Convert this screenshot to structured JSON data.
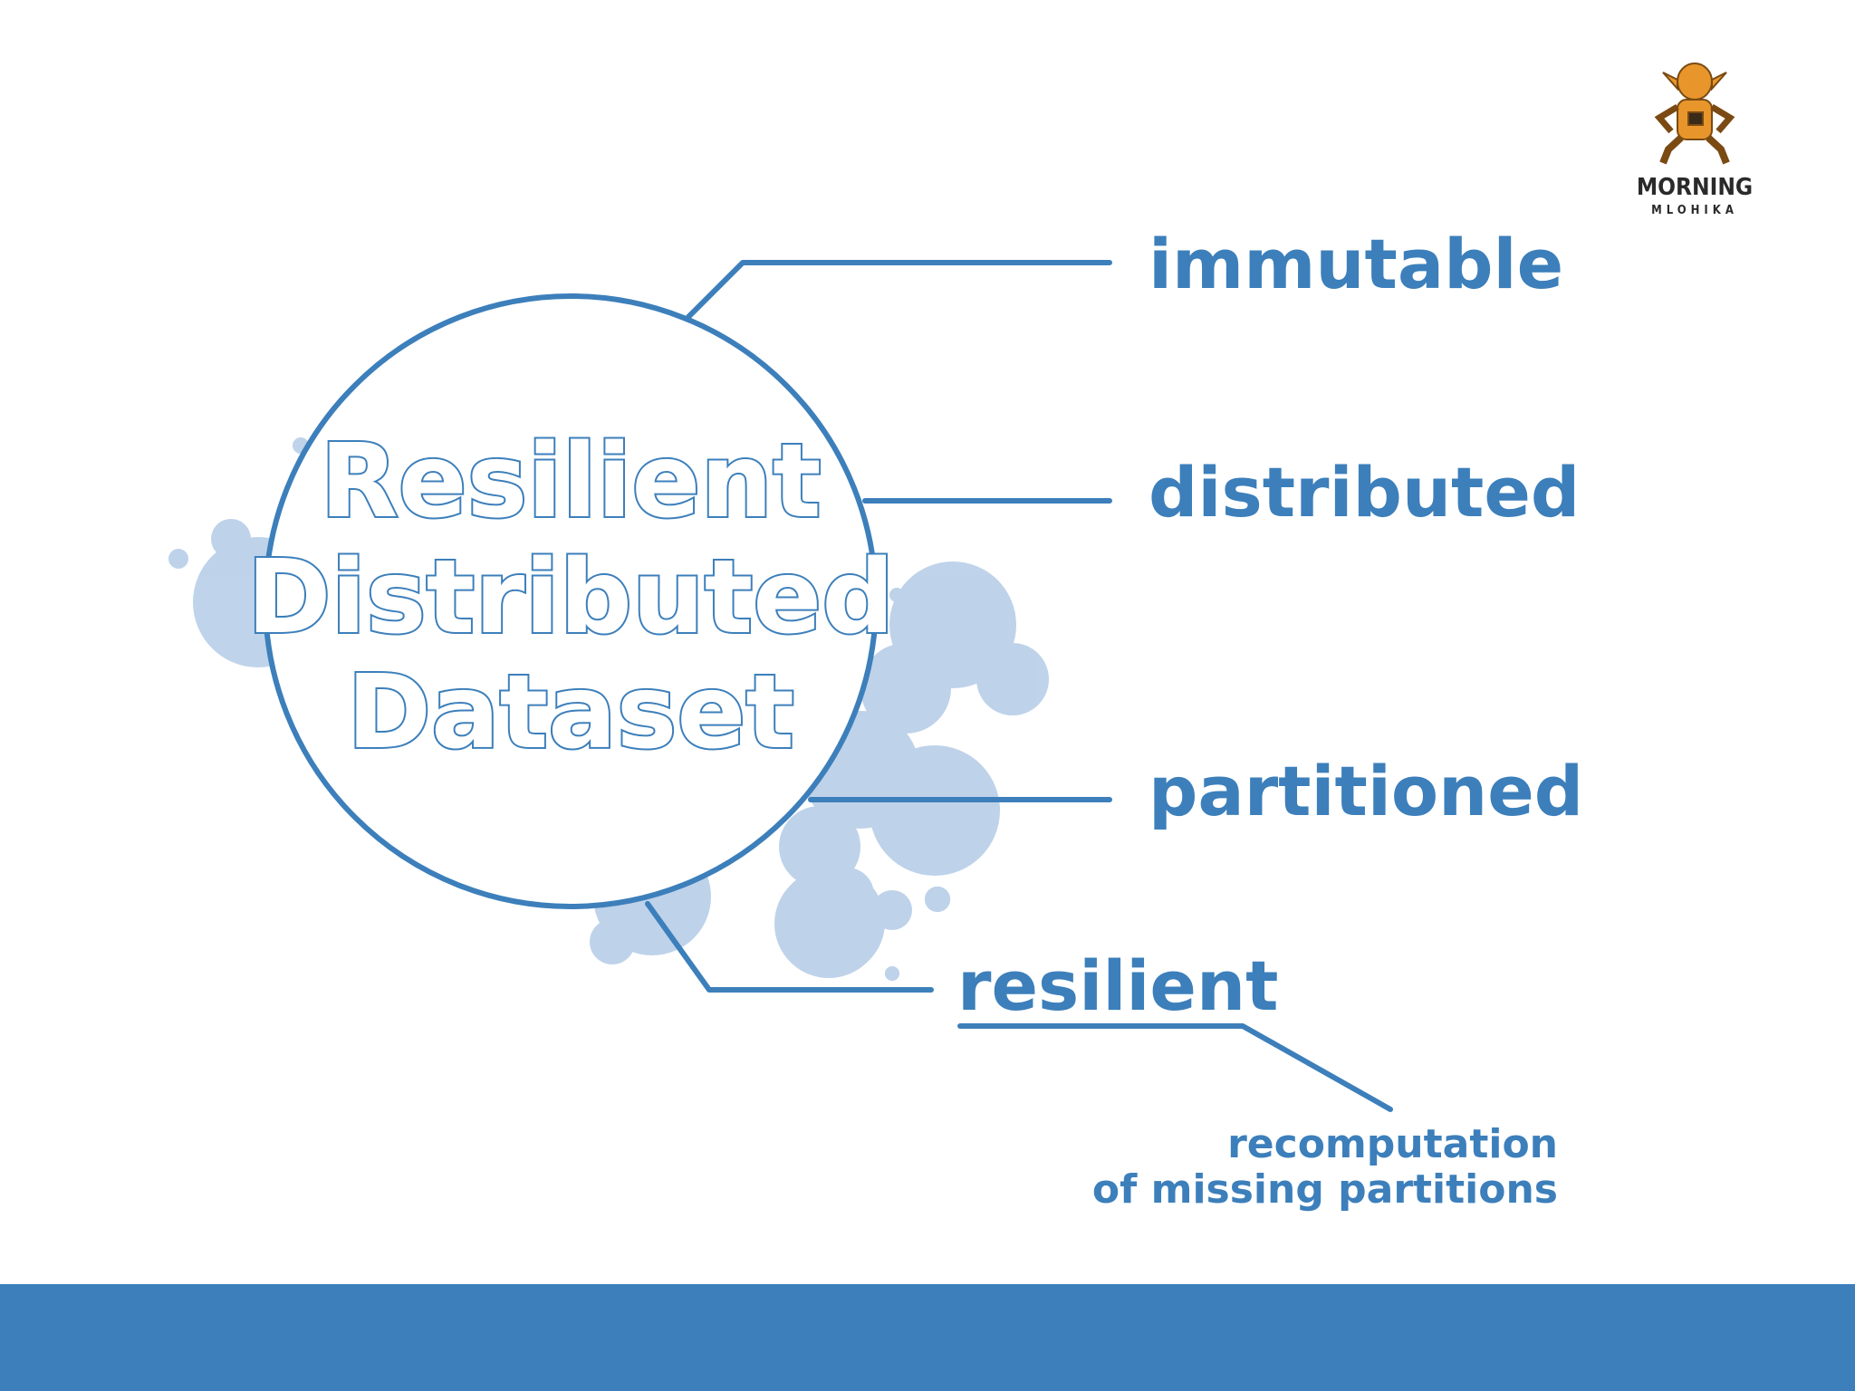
{
  "title_lines": [
    "Resilient",
    "Distributed",
    "Dataset"
  ],
  "properties": {
    "immutable": "immutable",
    "distributed": "distributed",
    "partitioned": "partitioned",
    "resilient": "resilient"
  },
  "resilient_note": [
    "recomputation",
    "of missing partitions"
  ],
  "logo": {
    "line1": "MORNING",
    "line2": "MLOHIKA"
  },
  "colors": {
    "accent": "#3c7fbb",
    "bubble": "#a9c4e4",
    "logo_orange": "#e8962c",
    "background": "#ffffff"
  }
}
